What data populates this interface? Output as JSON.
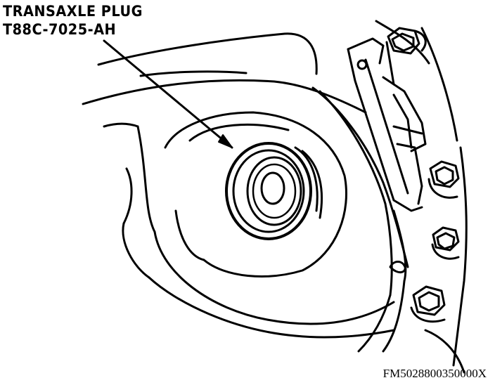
{
  "callout": {
    "title": "TRANSAXLE PLUG",
    "part_number": "T88C-7025-AH"
  },
  "figure_id": "FM5028800350000X"
}
